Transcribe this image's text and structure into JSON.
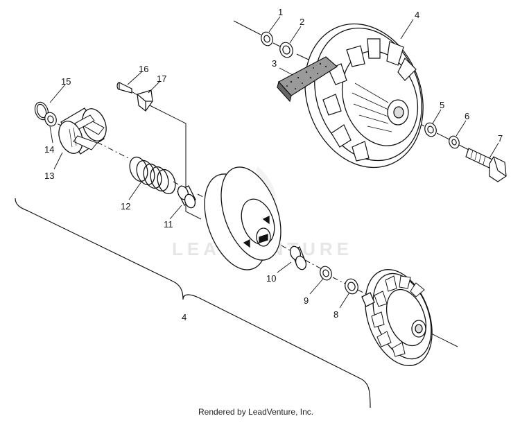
{
  "diagram": {
    "callouts": [
      {
        "id": "1",
        "label": "1"
      },
      {
        "id": "2",
        "label": "2"
      },
      {
        "id": "3",
        "label": "3"
      },
      {
        "id": "4a",
        "label": "4"
      },
      {
        "id": "5",
        "label": "5"
      },
      {
        "id": "6",
        "label": "6"
      },
      {
        "id": "7",
        "label": "7"
      },
      {
        "id": "8",
        "label": "8"
      },
      {
        "id": "9",
        "label": "9"
      },
      {
        "id": "10",
        "label": "10"
      },
      {
        "id": "11",
        "label": "11"
      },
      {
        "id": "12",
        "label": "12"
      },
      {
        "id": "13",
        "label": "13"
      },
      {
        "id": "14",
        "label": "14"
      },
      {
        "id": "15",
        "label": "15"
      },
      {
        "id": "16",
        "label": "16"
      },
      {
        "id": "17",
        "label": "17"
      },
      {
        "id": "4b",
        "label": "4"
      }
    ],
    "watermark": "LEADVENTURE",
    "footer": "Rendered by LeadVenture, Inc."
  },
  "colors": {
    "line": "#111111",
    "watermark": "#e6e6e6",
    "background": "#ffffff"
  }
}
